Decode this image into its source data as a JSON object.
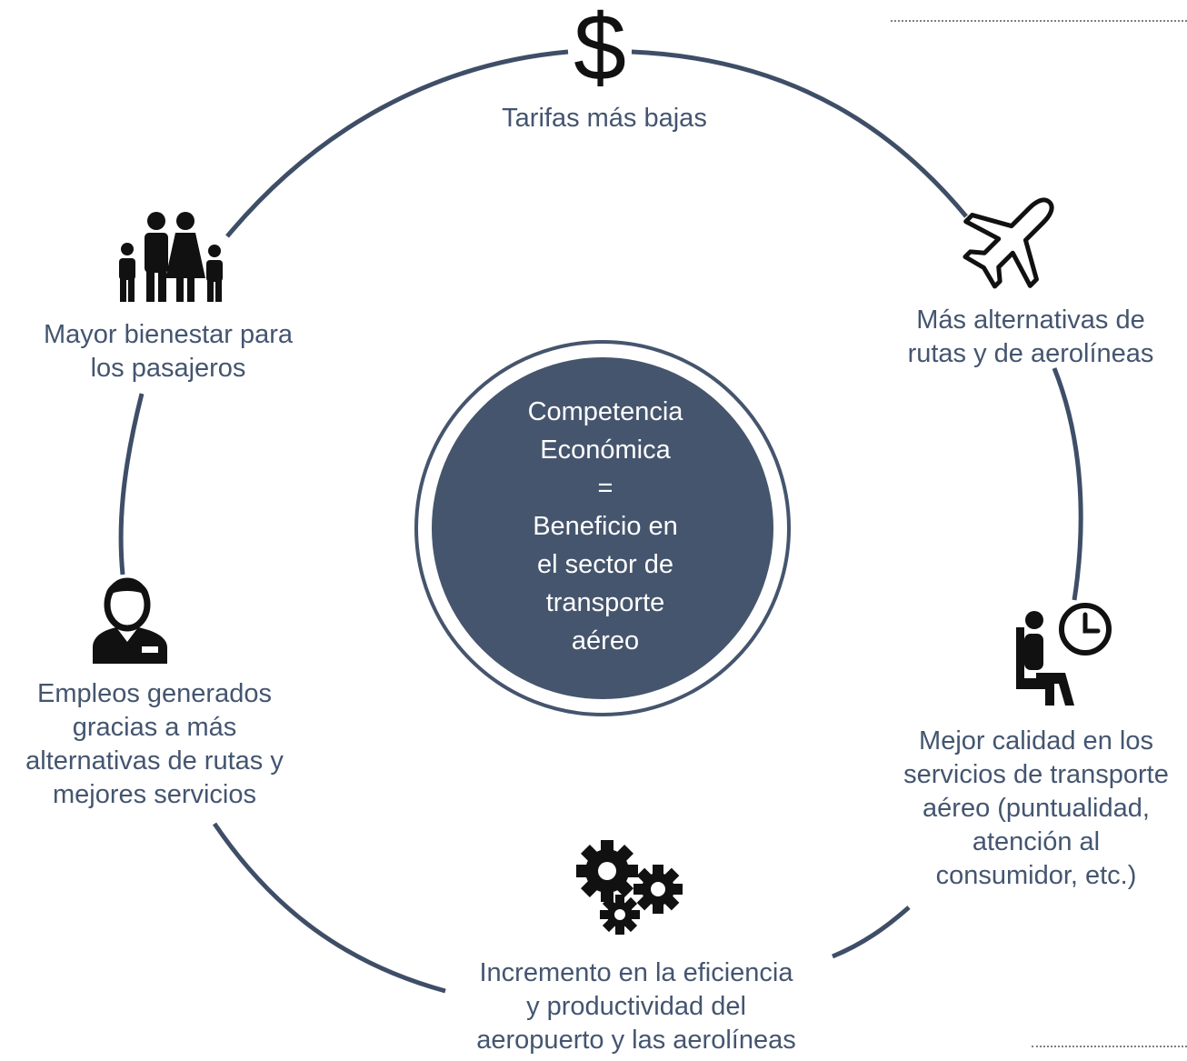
{
  "colors": {
    "ring": "#3f4e67",
    "center_fill": "#45556d",
    "label_text": "#445570",
    "center_text": "#ffffff",
    "icon": "#111111"
  },
  "center": {
    "text": "Competencia\nEconómica\n=\nBeneficio en\nel sector de\ntransporte\naéreo"
  },
  "nodes": [
    {
      "id": "tarifas",
      "icon": "dollar-icon",
      "label": "Tarifas más bajas"
    },
    {
      "id": "alternativas",
      "icon": "airplane-icon",
      "label": "Más alternativas de\nrutas y de aerolíneas"
    },
    {
      "id": "calidad",
      "icon": "waiting-clock-icon",
      "label": "Mejor calidad en los\nservicios de transporte\naéreo (puntualidad,\natención al\nconsumidor, etc.)"
    },
    {
      "id": "eficiencia",
      "icon": "gears-icon",
      "label": "Incremento en la eficiencia\ny productividad del\naeropuerto y las aerolíneas"
    },
    {
      "id": "empleos",
      "icon": "employee-icon",
      "label": "Empleos generados\ngracias a más\nalternativas de rutas y\nmejores servicios"
    },
    {
      "id": "bienestar",
      "icon": "family-icon",
      "label": "Mayor bienestar para\nlos pasajeros"
    }
  ]
}
